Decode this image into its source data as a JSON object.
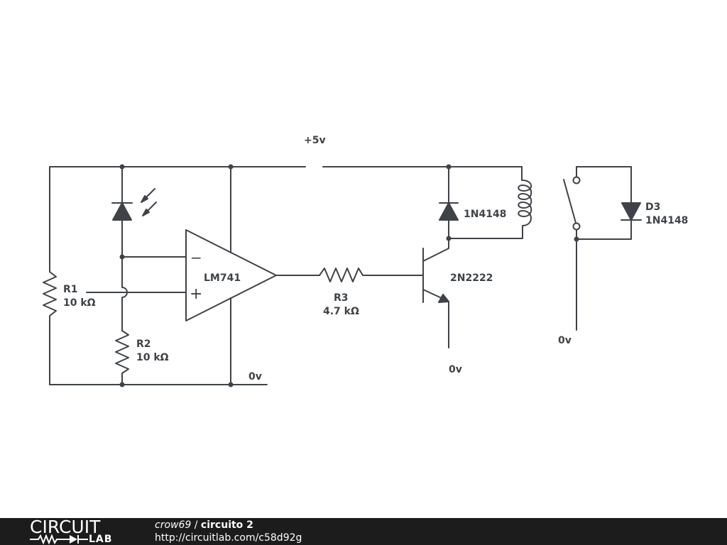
{
  "labels": {
    "supply": "+5v",
    "ground_opamp": "0v",
    "ground_transistor": "0v",
    "ground_switch": "0v"
  },
  "components": {
    "r1": {
      "ref": "R1",
      "value": "10 kΩ"
    },
    "r2": {
      "ref": "R2",
      "value": "10 kΩ"
    },
    "r3": {
      "ref": "R3",
      "value": "4.7 kΩ"
    },
    "opamp": {
      "ref": "LM741",
      "minus": "−",
      "plus": "+"
    },
    "diode1": {
      "ref": "1N4148"
    },
    "diode3": {
      "ref": "D3",
      "value": "1N4148"
    },
    "transistor": {
      "ref": "2N2222"
    }
  },
  "footer": {
    "logo_word": "CIRCUIT",
    "logo_sub": "LAB",
    "user": "crow69",
    "separator": " / ",
    "title": "circuito 2",
    "url": "http://circuitlab.com/c58d92g"
  },
  "colors": {
    "ink": "#3f4347",
    "footer_bg": "#1c1c1c"
  }
}
